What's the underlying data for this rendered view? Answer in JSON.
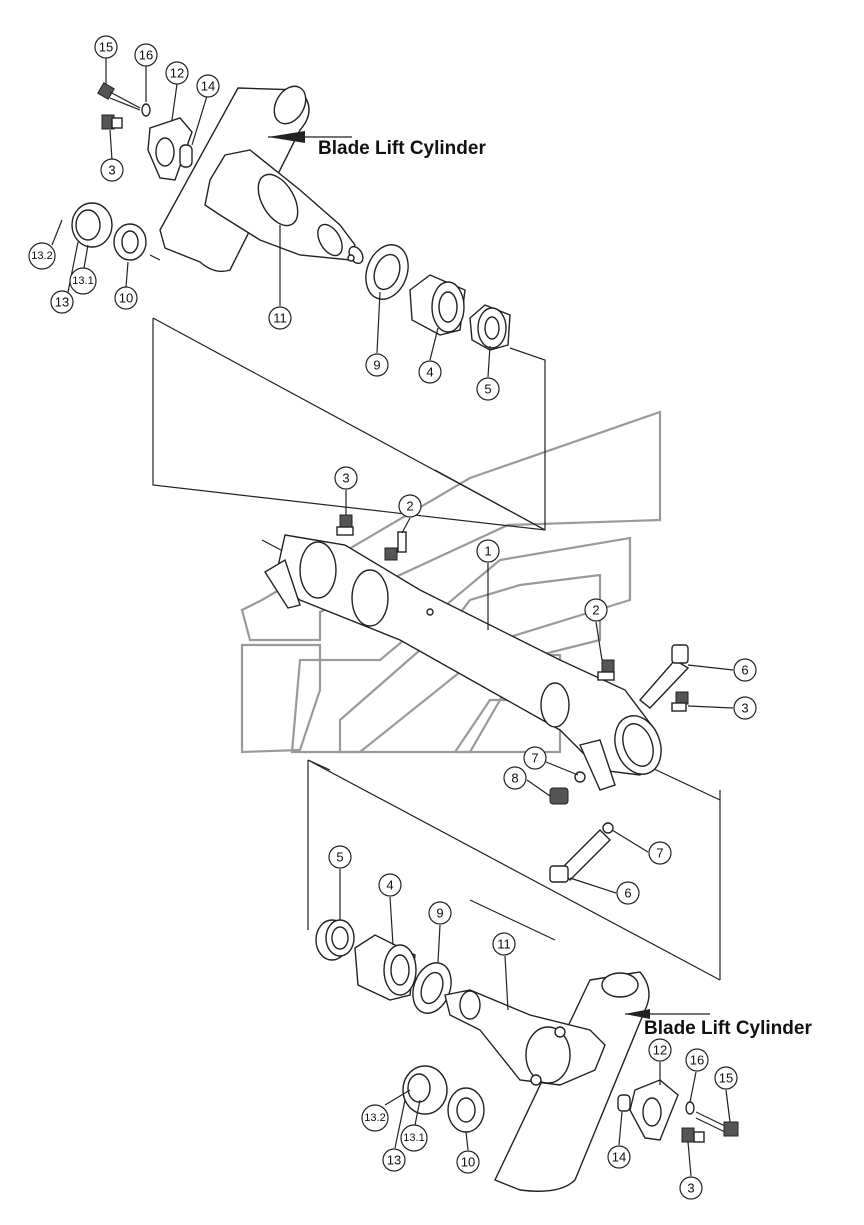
{
  "labels": {
    "blade_lift_top": "Blade Lift Cylinder",
    "blade_lift_bottom": "Blade Lift Cylinder"
  },
  "callouts": {
    "c15a": "15",
    "c16a": "16",
    "c12a": "12",
    "c14a": "14",
    "c3a": "3",
    "c132a": "13.2",
    "c131a": "13.1",
    "c13a": "13",
    "c10a": "10",
    "c11a": "11",
    "c9a": "9",
    "c4a": "4",
    "c5a": "5",
    "c3b": "3",
    "c2a": "2",
    "c1": "1",
    "c2b": "2",
    "c6a": "6",
    "c3c": "3",
    "c7a": "7",
    "c8": "8",
    "c7b": "7",
    "c6b": "6",
    "c5b": "5",
    "c4b": "4",
    "c9b": "9",
    "c11b": "11",
    "c12b": "12",
    "c16b": "16",
    "c15b": "15",
    "c132b": "13.2",
    "c131b": "13.1",
    "c13b": "13",
    "c10b": "10",
    "c14b": "14",
    "c3d": "3"
  }
}
